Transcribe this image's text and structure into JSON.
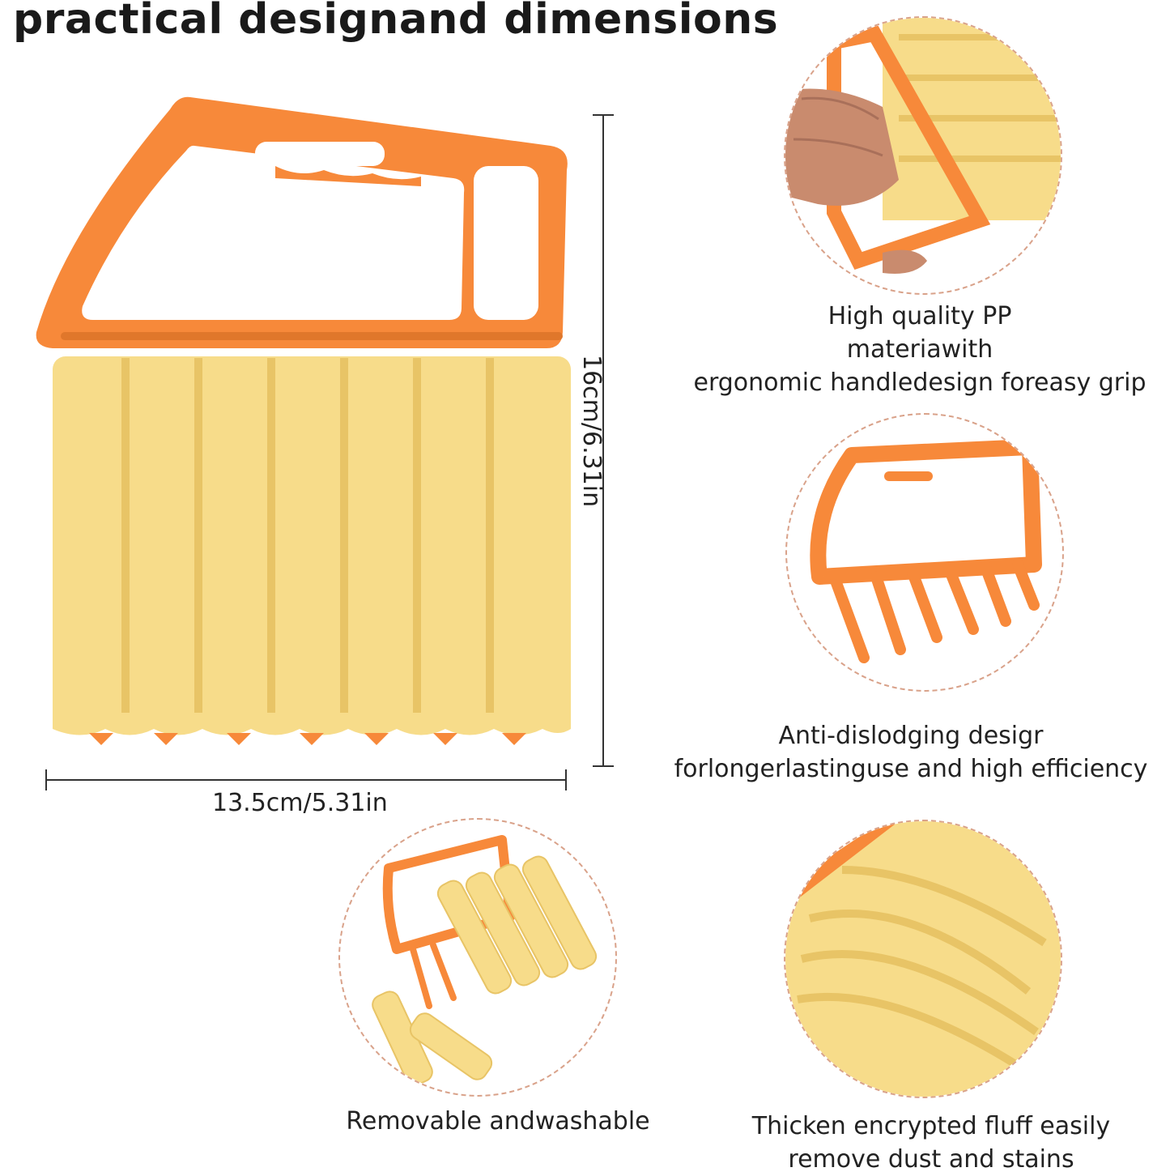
{
  "title": "practical designand dimensions",
  "dimensions": {
    "width_label": "13.5cm/5.31in",
    "height_label": "16cm/6.31in"
  },
  "features": [
    {
      "lines": [
        "High quality PP",
        "materiawith",
        "ergonomic handledesign foreasy grip"
      ]
    },
    {
      "lines": [
        "Anti-dislodging desigr",
        "forlongerlastinguse and high efficiency"
      ]
    },
    {
      "lines": [
        "Removable andwashable"
      ]
    },
    {
      "lines": [
        "Thicken encrypted fluff easily",
        "remove dust and stains"
      ]
    }
  ],
  "colors": {
    "handle_orange": "#f7893a",
    "fluff_yellow": "#f7dc8a",
    "fluff_shadow": "#e8c466",
    "circle_border": "#d9a28a",
    "skin": "#c98b6e"
  }
}
